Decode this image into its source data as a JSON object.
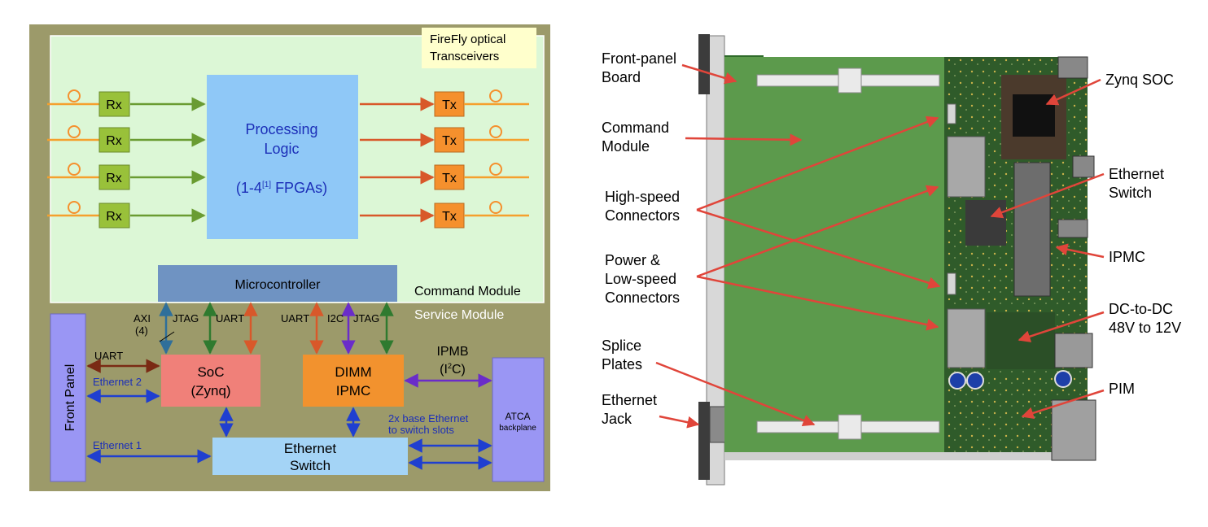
{
  "block_diagram": {
    "corner_title": [
      "FireFly optical",
      "Transceivers"
    ],
    "rx_label": "Rx",
    "tx_label": "Tx",
    "processing": {
      "line1": "Processing",
      "line2": "Logic",
      "fpga_prefix": "(1-4",
      "fpga_ref": "[1]",
      "fpga_suffix": " FPGAs)"
    },
    "microcontroller": "Microcontroller",
    "command_module": "Command Module",
    "service_module": "Service Module",
    "front_panel": "Front Panel",
    "soc": [
      "SoC",
      "(Zynq)"
    ],
    "dimm": [
      "DIMM",
      "IPMC"
    ],
    "ethernet_switch": [
      "Ethernet",
      "Switch"
    ],
    "atca": [
      "ATCA",
      "backplane"
    ],
    "axi": [
      "AXI",
      "(4)"
    ],
    "jtag": "JTAG",
    "uart": "UART",
    "i2c": "I2C",
    "ipmb": [
      "IPMB",
      "(I",
      "2",
      "C)"
    ],
    "ethernet_1": "Ethernet 1",
    "ethernet_2": "Ethernet 2",
    "base_ethernet": [
      "2x base Ethernet",
      "to switch slots"
    ],
    "colors": {
      "board_bg": "#9c9a6a",
      "command_bg": "#dcf7d6",
      "rx_fill": "#99c13a",
      "tx_fill": "#f5902d",
      "processing_fill": "#8fc8f7",
      "micro_fill": "#6f93c2",
      "soc_fill": "#f08079",
      "dimm_fill": "#f2922e",
      "switch_fill": "#a4d4f6",
      "side_fill": "#9a96f4"
    }
  },
  "board_photo": {
    "labels": {
      "front_panel_board": [
        "Front-panel",
        "Board"
      ],
      "command_module": [
        "Command",
        "Module"
      ],
      "high_speed": [
        "High-speed",
        "Connectors"
      ],
      "power_low_speed": [
        "Power &",
        "Low-speed",
        "Connectors"
      ],
      "splice_plates": [
        "Splice",
        "Plates"
      ],
      "ethernet_jack": [
        "Ethernet",
        "Jack"
      ],
      "zynq_soc": "Zynq SOC",
      "ethernet_switch": [
        "Ethernet",
        "Switch"
      ],
      "ipmc": "IPMC",
      "dc_dc": [
        "DC-to-DC",
        "48V to 12V"
      ],
      "pim": "PIM"
    }
  }
}
